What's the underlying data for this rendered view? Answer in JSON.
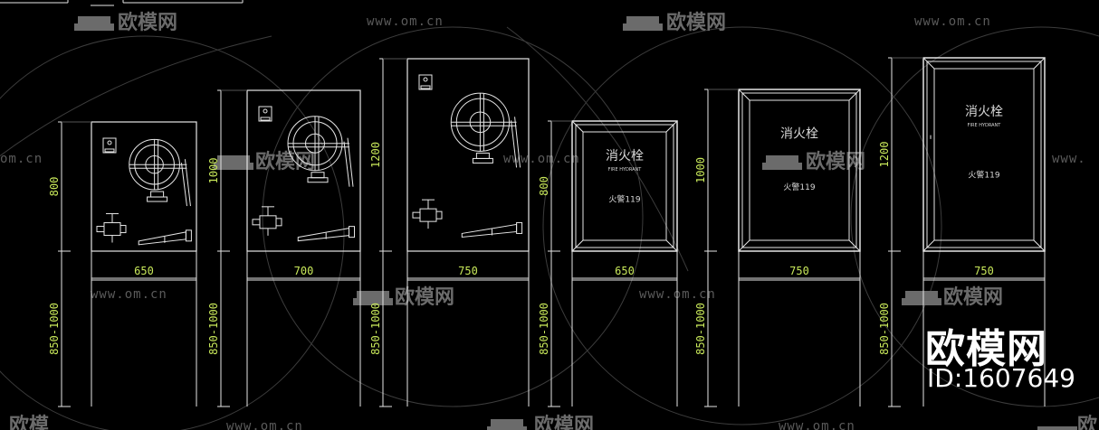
{
  "watermark": {
    "url": "www.om.cn",
    "url_edge": "om.cn",
    "url_edge_right": "www.",
    "logo": "欧模网",
    "logo_part": "欧模",
    "logo_part_right": "欧"
  },
  "brand": {
    "title": "欧模网",
    "id": "ID:1607649"
  },
  "colors": {
    "line": "#e6e6e6",
    "dimension": "#c8e85a",
    "watermark": "#5a5a5a",
    "background": "#000000"
  },
  "cabinets": [
    {
      "width": "650",
      "height": "800",
      "mount": "850-1000",
      "style": "exposed"
    },
    {
      "width": "700",
      "height": "1000",
      "mount": "850-1000",
      "style": "exposed"
    },
    {
      "width": "750",
      "height": "1200",
      "mount": "850-1000",
      "style": "exposed"
    },
    {
      "width": "650",
      "height": "800",
      "mount": "850-1000",
      "style": "framed",
      "label": "消火栓",
      "sublabel": "FIRE HYDRANT",
      "phone": "火警119"
    },
    {
      "width": "750",
      "height": "1000",
      "mount": "850-1000",
      "style": "framed",
      "label": "消火栓",
      "sublabel": "",
      "phone": "火警119"
    },
    {
      "width": "750",
      "height": "1200",
      "mount": "850-1000",
      "style": "framed",
      "label": "消火栓",
      "sublabel": "FIRE HYDRANT",
      "phone": "火警119"
    }
  ]
}
